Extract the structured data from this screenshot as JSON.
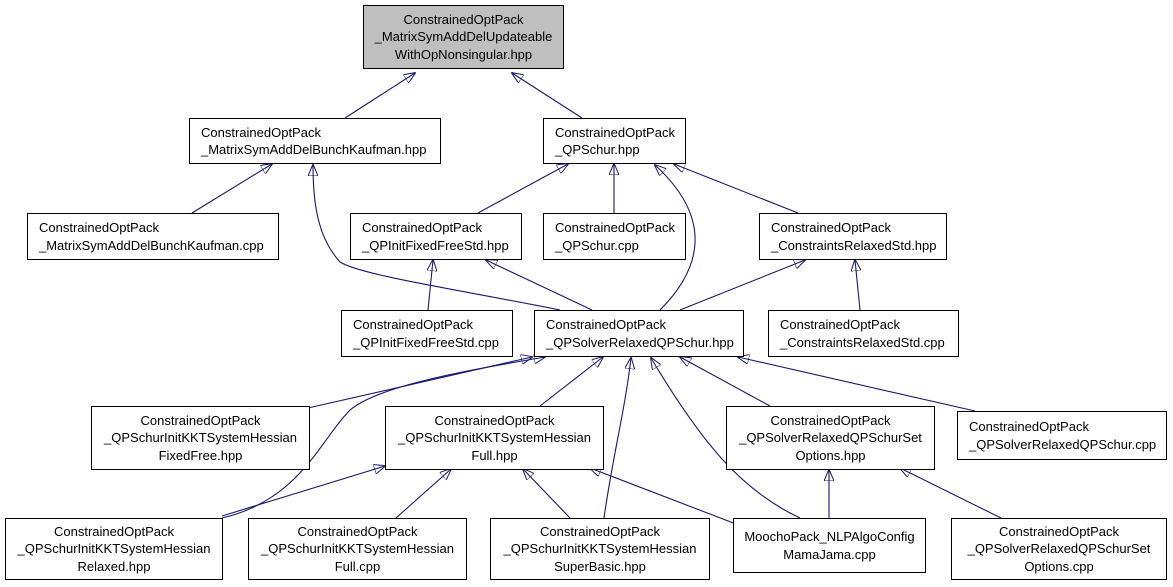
{
  "colors": {
    "edge": "#191970",
    "root_fill": "#bfbfbf",
    "node_border": "#000000"
  },
  "nodes": {
    "root": {
      "lines": [
        "ConstrainedOptPack",
        "_MatrixSymAddDelUpdateable",
        "WithOpNonsingular.hpp"
      ]
    },
    "bkh": {
      "lines": [
        "ConstrainedOptPack",
        "_MatrixSymAddDelBunchKaufman.hpp"
      ]
    },
    "qps": {
      "lines": [
        "ConstrainedOptPack",
        "_QPSchur.hpp"
      ]
    },
    "bkc": {
      "lines": [
        "ConstrainedOptPack",
        "_MatrixSymAddDelBunchKaufman.cpp"
      ]
    },
    "iffh": {
      "lines": [
        "ConstrainedOptPack",
        "_QPInitFixedFreeStd.hpp"
      ]
    },
    "qpsc": {
      "lines": [
        "ConstrainedOptPack",
        "_QPSchur.cpp"
      ]
    },
    "crh": {
      "lines": [
        "ConstrainedOptPack",
        "_ConstraintsRelaxedStd.hpp"
      ]
    },
    "iffc": {
      "lines": [
        "ConstrainedOptPack",
        "_QPInitFixedFreeStd.cpp"
      ]
    },
    "srh": {
      "lines": [
        "ConstrainedOptPack",
        "_QPSolverRelaxedQPSchur.hpp"
      ]
    },
    "crc": {
      "lines": [
        "ConstrainedOptPack",
        "_ConstraintsRelaxedStd.cpp"
      ]
    },
    "kff": {
      "lines": [
        "ConstrainedOptPack",
        "_QPSchurInitKKTSystemHessian",
        "FixedFree.hpp"
      ]
    },
    "kfh": {
      "lines": [
        "ConstrainedOptPack",
        "_QPSchurInitKKTSystemHessian",
        "Full.hpp"
      ]
    },
    "soh": {
      "lines": [
        "ConstrainedOptPack",
        "_QPSolverRelaxedQPSchurSet",
        "Options.hpp"
      ]
    },
    "src": {
      "lines": [
        "ConstrainedOptPack",
        "_QPSolverRelaxedQPSchur.cpp"
      ]
    },
    "krh": {
      "lines": [
        "ConstrainedOptPack",
        "_QPSchurInitKKTSystemHessian",
        "Relaxed.hpp"
      ]
    },
    "kfc": {
      "lines": [
        "ConstrainedOptPack",
        "_QPSchurInitKKTSystemHessian",
        "Full.cpp"
      ]
    },
    "ksb": {
      "lines": [
        "ConstrainedOptPack",
        "_QPSchurInitKKTSystemHessian",
        "SuperBasic.hpp"
      ]
    },
    "mmj": {
      "lines": [
        "MoochoPack_NLPAlgoConfig",
        "MamaJama.cpp"
      ]
    },
    "soc": {
      "lines": [
        "ConstrainedOptPack",
        "_QPSolverRelaxedQPSchurSet",
        "Options.cpp"
      ]
    }
  }
}
